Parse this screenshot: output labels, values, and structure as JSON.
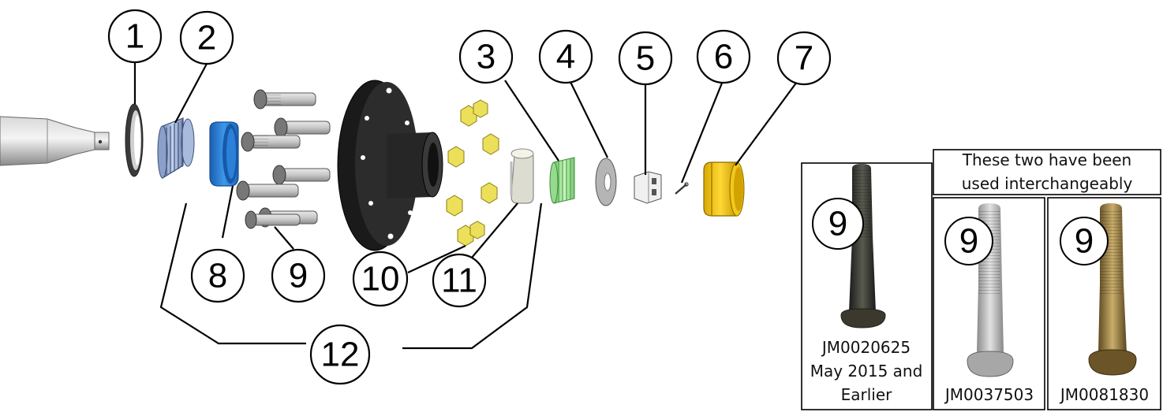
{
  "callouts": {
    "c1": "1",
    "c2": "2",
    "c3": "3",
    "c4": "4",
    "c5": "5",
    "c6": "6",
    "c7": "7",
    "c8": "8",
    "c9": "9",
    "c10": "10",
    "c11": "11",
    "c12": "12"
  },
  "stud_panels": {
    "left": {
      "number": "9",
      "part": "JM0020625",
      "note_line1": "May 2015 and",
      "note_line2": "Earlier"
    },
    "header_line1": "These two have been",
    "header_line2": "used interchangeably",
    "middle": {
      "number": "9",
      "part": "JM0037503"
    },
    "right": {
      "number": "9",
      "part": "JM0081830"
    }
  },
  "colors": {
    "bearing_race_blue": "#2b7fd6",
    "cap_yellow": "#f2c81a",
    "nut_yellow": "#efe060",
    "bearing_green": "#a8e8a0",
    "hub_black": "#1e1e1e",
    "spindle_grey": "#a9a9a9"
  }
}
